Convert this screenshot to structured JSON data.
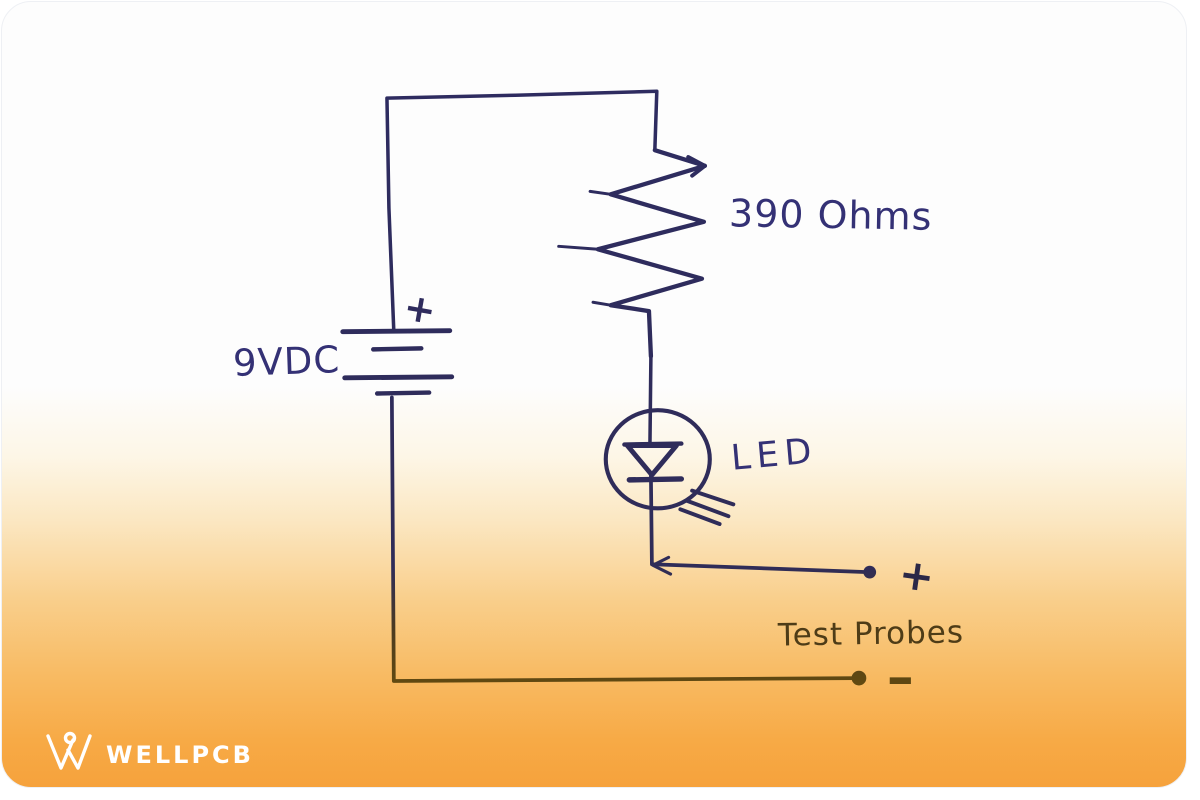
{
  "colors": {
    "page_bg": "#ffffff",
    "card_top": "#fdfdfd",
    "card_cream": "#fdf3dd",
    "card_orange_mid": "#f9cf8c",
    "card_orange": "#f6a23c",
    "ink_navy": "#312f68",
    "ink_olive": "#5e4712",
    "label_navy": "#343175",
    "label_olive": "#4e3c17",
    "brand_white": "#ffffff"
  },
  "diagram": {
    "type": "hand-drawn circuit schematic",
    "battery": {
      "label": "9VDC",
      "plus": "+",
      "symbol": "multi-cell-battery"
    },
    "resistor": {
      "label": "390 Ohms",
      "symbol": "zigzag-resistor"
    },
    "led": {
      "label": "LED",
      "symbol": "diode-in-circle-with-light-rays"
    },
    "probes": {
      "label": "Test Probes",
      "plus": "+",
      "minus": "-",
      "symbol": "wire-ends-with-dots"
    }
  },
  "footer": {
    "brand": "WELLPCB",
    "logo_icon": "wellpcb-w-icon"
  }
}
